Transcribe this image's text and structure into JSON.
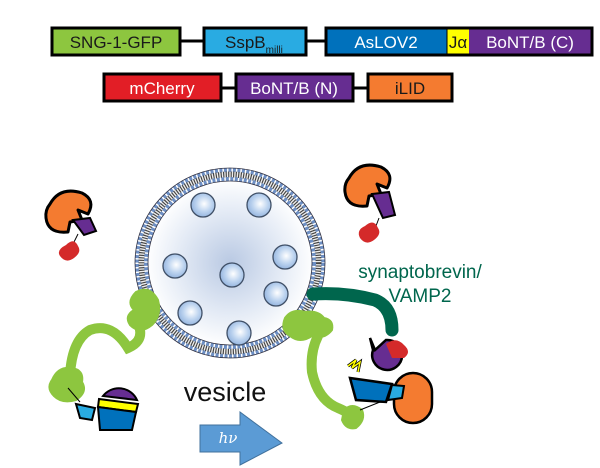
{
  "constructs": {
    "row1": [
      {
        "label": "SNG-1-GFP",
        "color": "#8dc63f",
        "text_color": "#1a1a1a"
      },
      {
        "label": "SspB",
        "subscript": "milli",
        "color": "#29abe2",
        "text_color": "#1a1a1a"
      },
      {
        "label": "AsLOV2",
        "color": "#0071bc",
        "text_color": "#ffffff"
      },
      {
        "label": "Jα",
        "color": "#ffff00",
        "text_color": "#1a1a1a"
      },
      {
        "label": "BoNT/B (C)",
        "color": "#662d91",
        "text_color": "#ffffff"
      }
    ],
    "row2": [
      {
        "label": "mCherry",
        "color": "#e21e26",
        "text_color": "#ffffff"
      },
      {
        "label": "BoNT/B (N)",
        "color": "#662d91",
        "text_color": "#ffffff"
      },
      {
        "label": "iLID",
        "color": "#f47b30",
        "text_color": "#1a1a1a"
      }
    ]
  },
  "diagram": {
    "vesicle_label": "vesicle",
    "synaptobrevin_label_line1": "synaptobrevin/",
    "synaptobrevin_label_line2": "VAMP2",
    "synaptobrevin_color": "#00664d",
    "light_arrow_label": "hν",
    "light_arrow_color": "#5b9bd5",
    "membrane_color": "#6d8fc4",
    "sng_color": "#8dc63f"
  }
}
